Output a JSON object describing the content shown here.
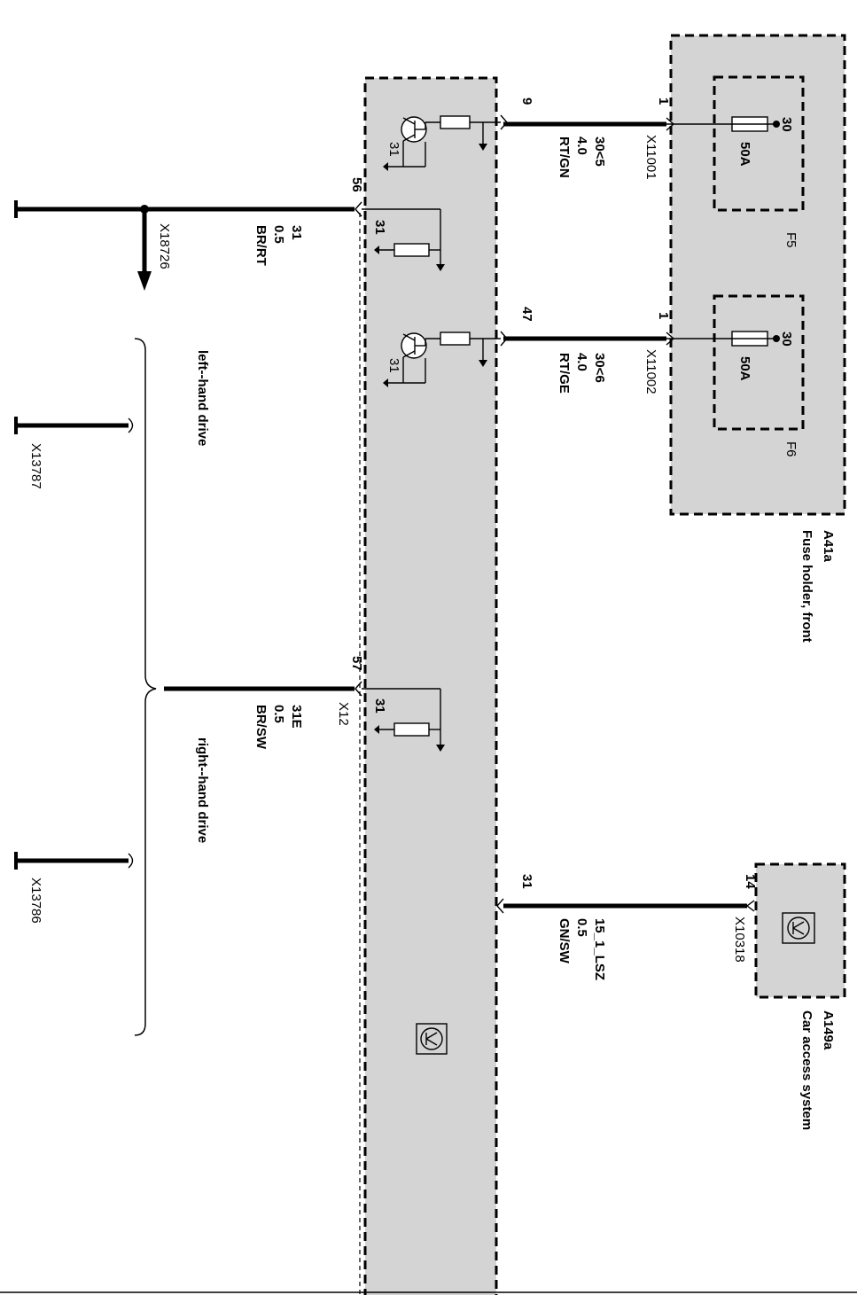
{
  "components": {
    "fuse_holder": {
      "id": "A41a",
      "name": "Fuse holder, front"
    },
    "car_access": {
      "id": "A149a",
      "name": "Car access system"
    }
  },
  "fuses": [
    {
      "label": "F5",
      "rating": "50A",
      "terminal": "30",
      "pin": "1",
      "connector": "X11001"
    },
    {
      "label": "F6",
      "rating": "50A",
      "terminal": "30",
      "pin": "1",
      "connector": "X11002"
    }
  ],
  "car_access_pin": {
    "pin": "14",
    "connector": "X10318"
  },
  "wires": [
    {
      "signal": "30<5",
      "size": "4.0",
      "color": "RT/GN",
      "pin": "9"
    },
    {
      "signal": "30<6",
      "size": "4.0",
      "color": "RT/GE",
      "pin": "47"
    },
    {
      "signal": "15_1_LSZ",
      "size": "0.5",
      "color": "GN/SW",
      "pin": "31"
    },
    {
      "signal": "31",
      "size": "0.5",
      "color": "BR/RT",
      "pin": "56"
    },
    {
      "signal": "31E",
      "size": "0.5",
      "color": "BR/SW",
      "pin": "57"
    }
  ],
  "module": {
    "connector": "X12",
    "ground_labels": [
      "31",
      "31",
      "31",
      "31"
    ]
  },
  "ground_points": {
    "splice": "X18726",
    "lhd_ground": "X13787",
    "rhd_ground": "X13786"
  },
  "drive_notes": {
    "left": "left--hand drive",
    "right": "right--hand drive"
  }
}
